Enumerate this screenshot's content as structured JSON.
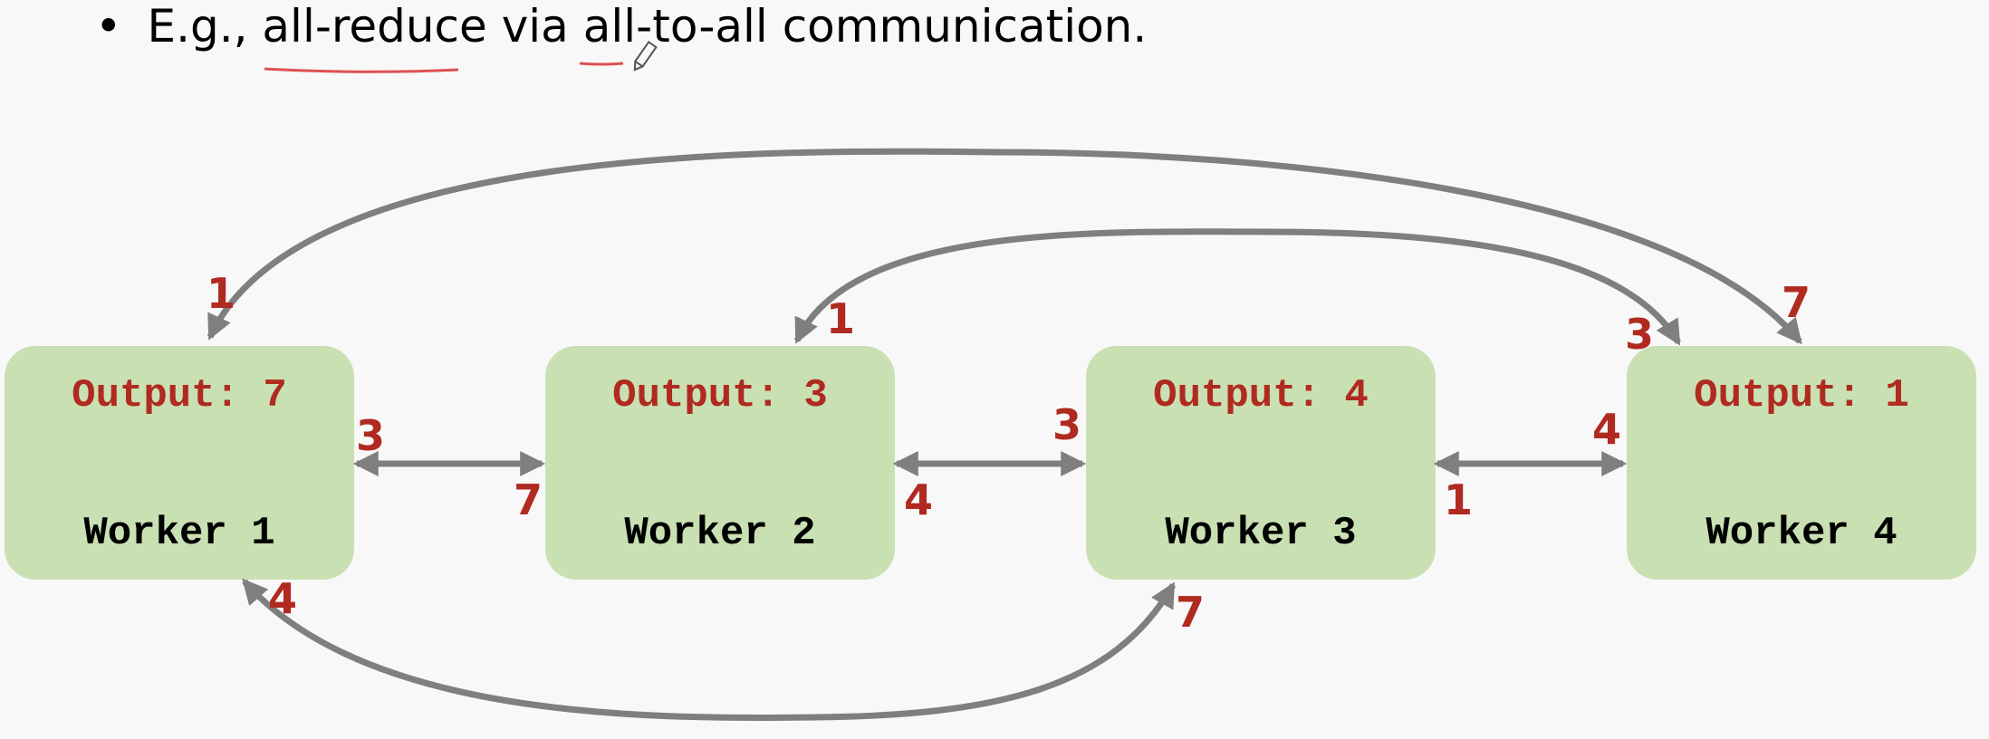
{
  "bullet": {
    "symbol": "•",
    "prefix": "E.g.,",
    "term1": "all-reduce",
    "middle": "via",
    "term2": "all",
    "suffix": "-to-all communication."
  },
  "workers": [
    {
      "output_label": "Output: 7",
      "name": "Worker 1"
    },
    {
      "output_label": "Output: 3",
      "name": "Worker 2"
    },
    {
      "output_label": "Output: 4",
      "name": "Worker 3"
    },
    {
      "output_label": "Output: 1",
      "name": "Worker 4"
    }
  ],
  "edge_labels": {
    "w1_w2_at_w1": "3",
    "w1_w2_at_w2": "7",
    "w2_w3_at_w2": "4",
    "w2_w3_at_w3": "3",
    "w3_w4_at_w3": "1",
    "w3_w4_at_w4": "4",
    "w1_w4_at_w1": "1",
    "w1_w4_at_w4": "7",
    "w2_w4_at_w2": "1",
    "w2_w4_at_w4": "3",
    "w1_w3_at_w1": "4",
    "w1_w3_at_w3": "7"
  },
  "colors": {
    "box_fill": "#c9e0b3",
    "label_red": "#b02a20",
    "arrow_gray": "#7f7f7f",
    "annotation_red": "#e05050"
  }
}
